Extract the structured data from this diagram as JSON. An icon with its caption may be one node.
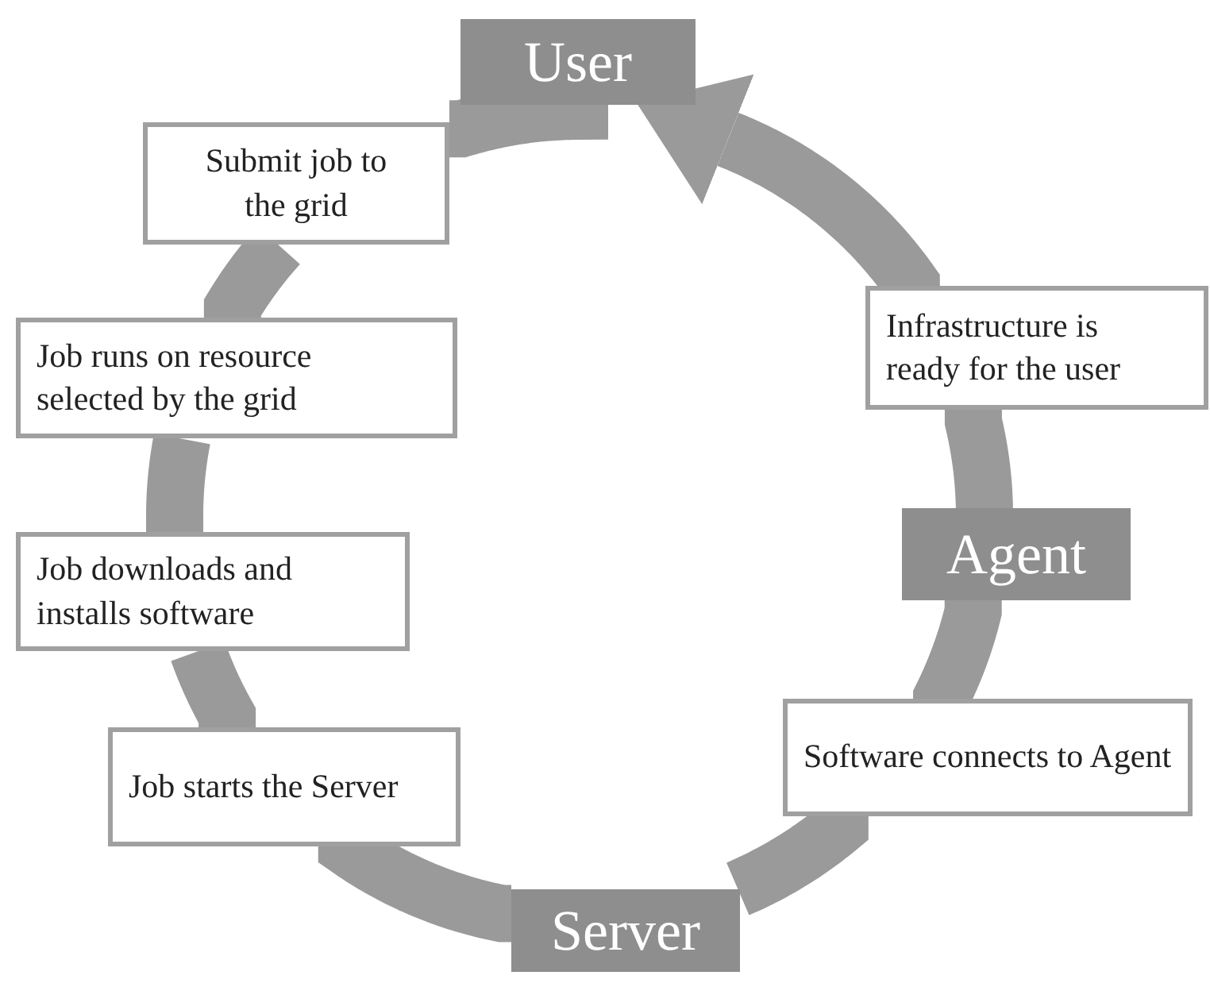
{
  "diagram": {
    "nodes": [
      {
        "text": [
          "User"
        ]
      },
      {
        "text": [
          "Submit job to the grid"
        ]
      },
      {
        "text": [
          "Job runs on resource selected by the grid"
        ]
      },
      {
        "text": [
          "Job downloads and installs software"
        ]
      },
      {
        "text": [
          "Job starts the Server"
        ]
      },
      {
        "text": [
          "Server"
        ]
      },
      {
        "text": [
          "Software connects to Agent"
        ]
      },
      {
        "text": [
          "Agent"
        ]
      },
      {
        "text": [
          "Infrastructure is ready for the user"
        ]
      }
    ],
    "edges": [
      {
        "from": 0,
        "to": 1,
        "arrow": "none"
      },
      {
        "from": 1,
        "to": 2,
        "arrow": "none"
      },
      {
        "from": 2,
        "to": 3,
        "arrow": "none"
      },
      {
        "from": 3,
        "to": 4,
        "arrow": "none"
      },
      {
        "from": 4,
        "to": 5,
        "arrow": "none"
      },
      {
        "from": 5,
        "to": 6,
        "arrow": "none"
      },
      {
        "from": 6,
        "to": 7,
        "arrow": "none"
      },
      {
        "from": 7,
        "to": 8,
        "arrow": "none"
      },
      {
        "from": 8,
        "to": 0,
        "arrow": "to"
      }
    ]
  }
}
